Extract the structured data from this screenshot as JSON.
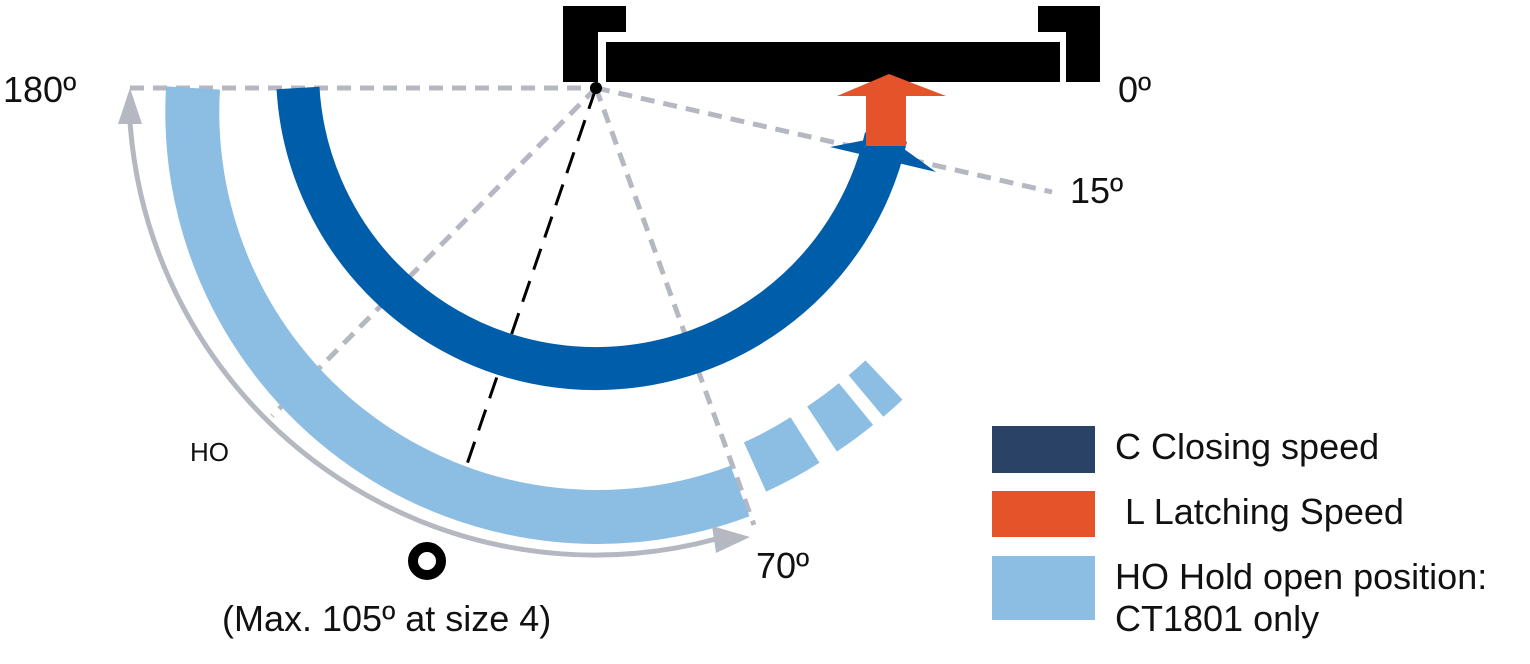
{
  "angles": {
    "deg_180": "180º",
    "deg_0": "0º",
    "deg_15": "15º",
    "deg_70": "70º"
  },
  "labels": {
    "ho": "HO",
    "max_note": "(Max. 105º at size 4)"
  },
  "legend": {
    "items": [
      {
        "key": "C",
        "label": "C Closing speed",
        "color": "#2a4266"
      },
      {
        "key": "L",
        "label": " L Latching Speed",
        "color": "#e5532a"
      },
      {
        "key": "HO",
        "label": "HO Hold open position: CT1801 only",
        "color": "#8cbde3"
      }
    ]
  },
  "colors": {
    "closing_arc": "#005da9",
    "latching": "#e5532a",
    "hold_open": "#8cbde3",
    "guide_gray": "#b5b8c0",
    "door": "#000000"
  },
  "icons": {
    "pivot": "pivot-dot-icon",
    "size_marker": "ring-marker-icon"
  }
}
